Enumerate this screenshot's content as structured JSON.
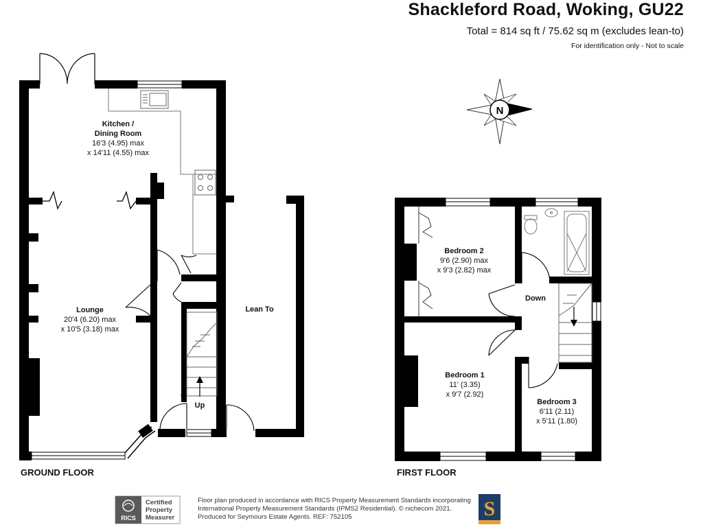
{
  "header": {
    "title": "Shackleford Road, Woking, GU22",
    "total_area": "Total = 814 sq ft / 75.62 sq m (excludes lean-to)",
    "note": "For identification only - Not to scale"
  },
  "compass": {
    "letter": "N"
  },
  "ground_floor": {
    "label": "GROUND FLOOR",
    "rooms": {
      "kitchen": {
        "name_line1": "Kitchen /",
        "name_line2": "Dining Room",
        "dim1": "16'3 (4.95) max",
        "dim2": "x 14'11 (4.55) max"
      },
      "lounge": {
        "name": "Lounge",
        "dim1": "20'4 (6.20) max",
        "dim2": "x 10'5 (3.18) max"
      },
      "lean_to": {
        "name": "Lean To"
      }
    },
    "stairs_label": "Up"
  },
  "first_floor": {
    "label": "FIRST FLOOR",
    "rooms": {
      "bedroom2": {
        "name": "Bedroom 2",
        "dim1": "9'6 (2.90) max",
        "dim2": "x 9'3 (2.82) max"
      },
      "bedroom1": {
        "name": "Bedroom 1",
        "dim1": "11' (3.35)",
        "dim2": "x 9'7 (2.92)"
      },
      "bedroom3": {
        "name": "Bedroom 3",
        "dim1": "6'11 (2.11)",
        "dim2": "x 5'11 (1.80)"
      }
    },
    "stairs_label": "Down"
  },
  "footer": {
    "rics_line1": "Certified",
    "rics_line2": "Property",
    "rics_line3": "Measurer",
    "rics_brand": "RICS",
    "line1": "Floor plan produced in accordance with RICS Property Measurement Standards incorporating",
    "line2": "International Property Measurement Standards (IPMS2 Residential).  © nichecom 2021.",
    "line3": "Produced for Seymours Estate Agents.   REF: 752105",
    "logo_letter": "S"
  },
  "colors": {
    "wall": "#000000",
    "logo_bg": "#1f3d66",
    "logo_accent": "#e3a339",
    "fixture": "#888888"
  }
}
